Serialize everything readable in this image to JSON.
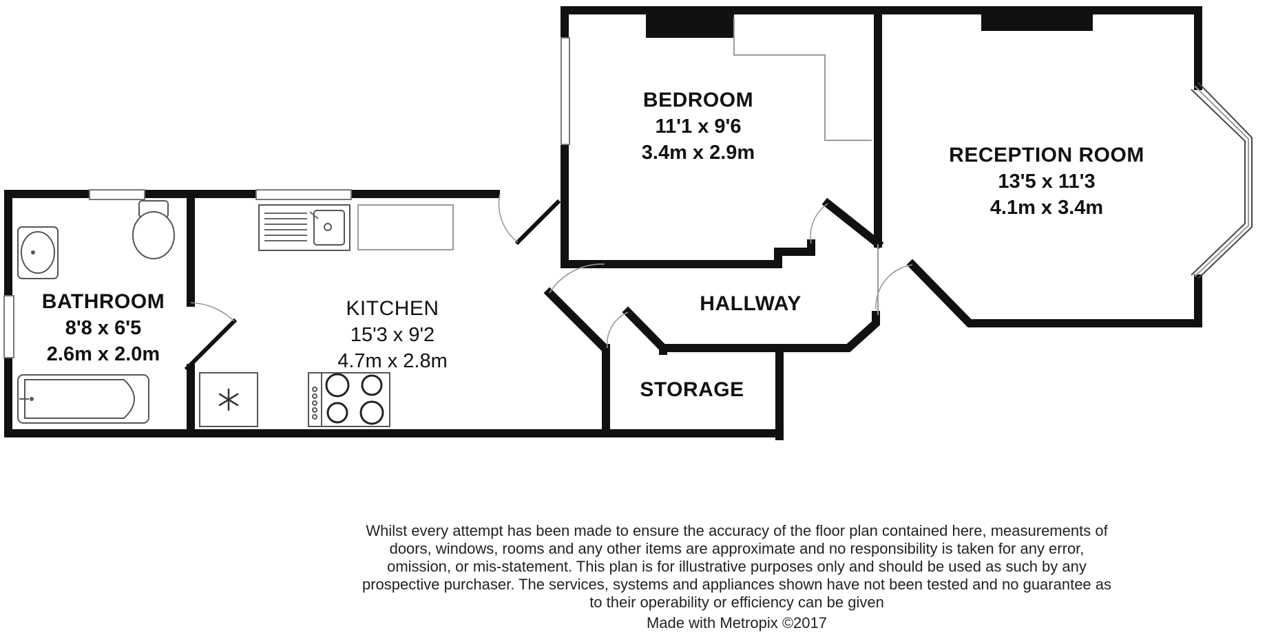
{
  "rooms": {
    "bedroom": {
      "name": "BEDROOM",
      "imperial": "11'1 x 9'6",
      "metric": "3.4m x 2.9m"
    },
    "reception": {
      "name": "RECEPTION ROOM",
      "imperial": "13'5 x 11'3",
      "metric": "4.1m x 3.4m"
    },
    "bathroom": {
      "name": "BATHROOM",
      "imperial": "8'8 x 6'5",
      "metric": "2.6m x 2.0m"
    },
    "kitchen": {
      "name": "KITCHEN",
      "imperial": "15'3 x 9'2",
      "metric": "4.7m x 2.8m"
    },
    "hallway": {
      "name": "HALLWAY"
    },
    "storage": {
      "name": "STORAGE"
    }
  },
  "footer": {
    "disclaimer": "Whilst every attempt has been made to ensure the accuracy of the floor plan contained here, measurements of doors, windows, rooms and any other items are approximate and no responsibility is taken for any error, omission, or mis-statement. This plan is for illustrative purposes only and should be used as such by any prospective purchaser. The services, systems and appliances shown have not been tested and no guarantee as to their operability or efficiency can be given",
    "credit": "Made with Metropix ©2017"
  },
  "colors": {
    "wall": "#111111",
    "fixture": "#555555",
    "window": "#777777"
  }
}
